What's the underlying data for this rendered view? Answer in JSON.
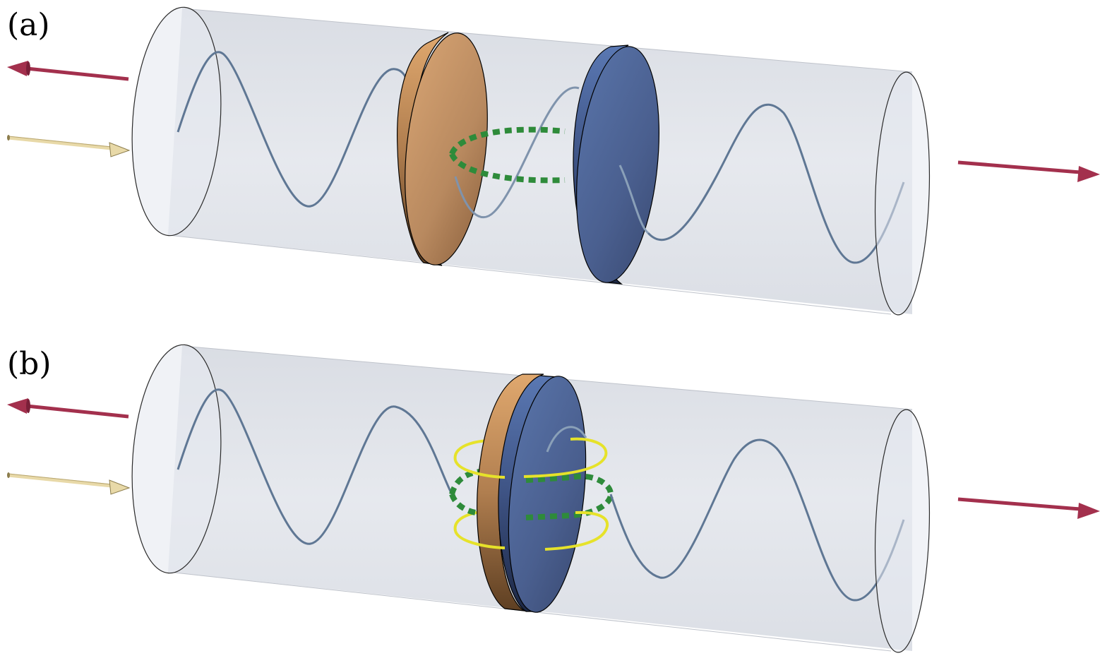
{
  "panels": [
    {
      "id": "a",
      "label": "(a)"
    },
    {
      "id": "b",
      "label": "(b)"
    }
  ],
  "colors": {
    "cylinder_fill": "#d9dde6",
    "cylinder_stroke": "#2a2a2a",
    "wave": "#5f7794",
    "plate_copper": "#b8895f",
    "plate_copper_edge": "#8a6038",
    "plate_blue": "#4a5f8f",
    "plate_blue_edge": "#2e3f66",
    "loop_dashed": "#2e8b3a",
    "coil": "#e6e22a",
    "arrow_red": "#a3304d",
    "arrow_cream": "#e8d9a8"
  },
  "icons": {
    "outgoing_left_arrow": "red-arrow-icon",
    "incoming_arrow": "cream-arrow-icon",
    "transmitted_arrow": "red-arrow-icon"
  }
}
